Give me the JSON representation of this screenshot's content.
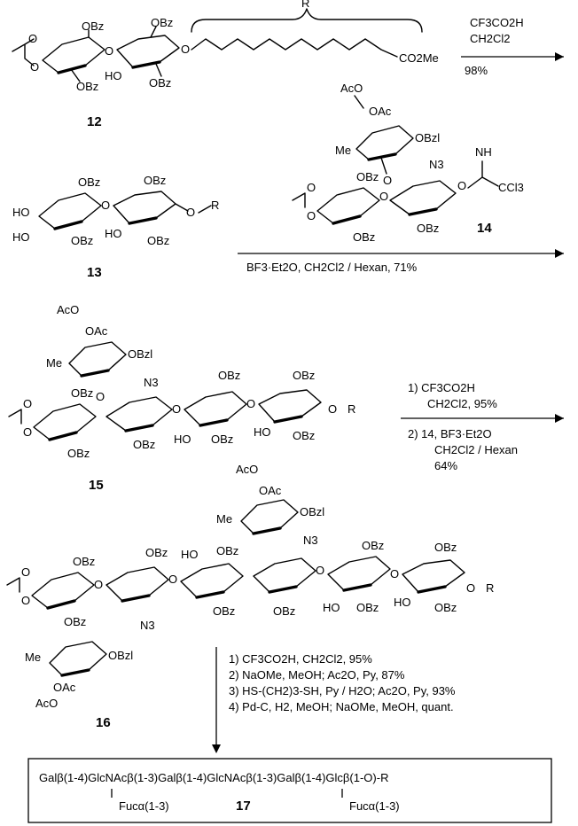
{
  "compounds": {
    "c12": "12",
    "c13": "13",
    "c14": "14",
    "c15": "15",
    "c16": "16",
    "c17": "17"
  },
  "groups": {
    "obz": "OBz",
    "obzl": "OBzl",
    "oac": "OAc",
    "aco": "AcO",
    "ho": "HO",
    "me": "Me",
    "n3": "N3",
    "o": "O",
    "or": "O",
    "r": "R",
    "nh": "NH",
    "ccl3": "CCl3",
    "co2me": "CO2Me"
  },
  "steps": {
    "step1": {
      "reagent1": "CF3CO2H",
      "reagent2": "CH2Cl2",
      "yield": "98%"
    },
    "step2": {
      "conditions": "BF3·Et2O, CH2Cl2 / Hexan, 71%"
    },
    "step3": {
      "line1": "1) CF3CO2H",
      "line2": "CH2Cl2, 95%",
      "line3": "2) 14, BF3·Et2O",
      "line4": "CH2Cl2 / Hexan",
      "line5": "64%"
    },
    "step4": {
      "line1": "1) CF3CO2H, CH2Cl2, 95%",
      "line2": "2) NaOMe, MeOH; Ac2O, Py, 87%",
      "line3": "3) HS-(CH2)3-SH, Py / H2O; Ac2O, Py, 93%",
      "line4": "4) Pd-C, H2, MeOH; NaOMe, MeOH, quant."
    }
  },
  "final_product": {
    "backbone": "Galβ(1-4)GlcNAcβ(1-3)Galβ(1-4)GlcNAcβ(1-3)Galβ(1-4)Glcβ(1-O)-R",
    "branch1": "Fucα(1-3)",
    "branch2": "Fucα(1-3)",
    "label": "17"
  }
}
